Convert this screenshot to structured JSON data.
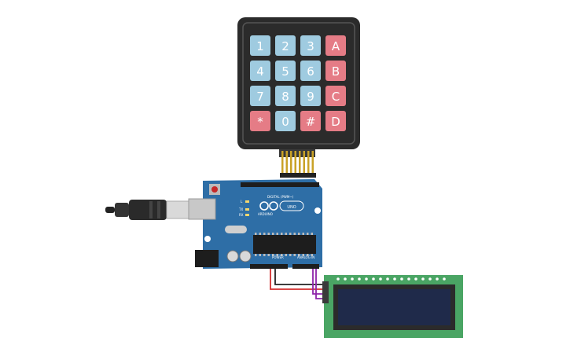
{
  "keypad": {
    "keys": [
      [
        "1",
        "2",
        "3",
        "A"
      ],
      [
        "4",
        "5",
        "6",
        "B"
      ],
      [
        "7",
        "8",
        "9",
        "C"
      ],
      [
        "*",
        "0",
        "#",
        "D"
      ]
    ]
  },
  "arduino": {
    "brand": "ARDUINO",
    "model": "UNO",
    "digital_label": "DIGITAL (PWM~)",
    "power_label": "POWER",
    "analog_label": "ANALOG IN",
    "led_l": "L",
    "led_tx": "TX",
    "led_rx": "RX"
  },
  "colors": {
    "keypad_bg": "#2b2b2b",
    "key_blue": "#9fcbe0",
    "key_red": "#e57c86",
    "board": "#2e6ea6",
    "lcd_board": "#4aa564",
    "lcd_screen": "#1f2a4a",
    "wire_red": "#d32f2f",
    "wire_black": "#222222",
    "wire_purple": "#8e24aa",
    "ribbon": "#c9a227"
  }
}
